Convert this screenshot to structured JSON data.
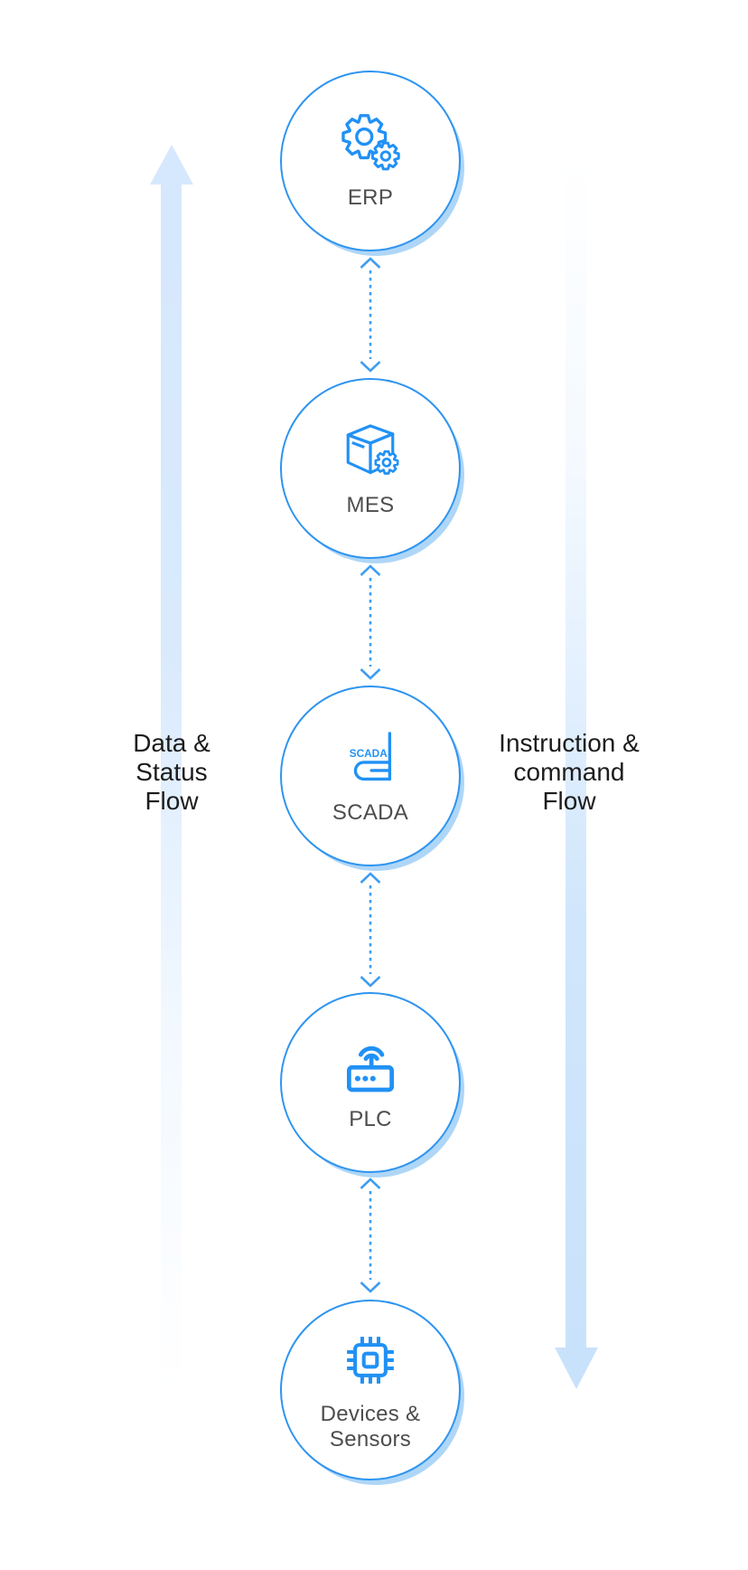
{
  "diagram": {
    "flow_left": {
      "line1": "Data &",
      "line2": "Status",
      "line3": "Flow"
    },
    "flow_right": {
      "line1": "Instruction &",
      "line2": "command",
      "line3": "Flow"
    },
    "nodes": [
      {
        "label": "ERP",
        "icon": "gears-icon"
      },
      {
        "label": "MES",
        "icon": "box-gear-icon"
      },
      {
        "label": "SCADA",
        "icon": "scada-display-icon",
        "icon_text": "SCADA"
      },
      {
        "label": "PLC",
        "icon": "wireless-router-icon"
      },
      {
        "label": "Devices & Sensors",
        "icon": "chip-icon"
      }
    ],
    "colors": {
      "node_border": "#2e94f0",
      "node_shadow": "#aed6f7",
      "icon_blue": "#2191f5",
      "connector_blue": "#3f9df1",
      "flow_arrow_left": "#d6e8fd",
      "flow_arrow_right": "#c9e2fb",
      "node_label_gray": "#4d4d4d",
      "caption_text": "#1c1c1c"
    }
  }
}
